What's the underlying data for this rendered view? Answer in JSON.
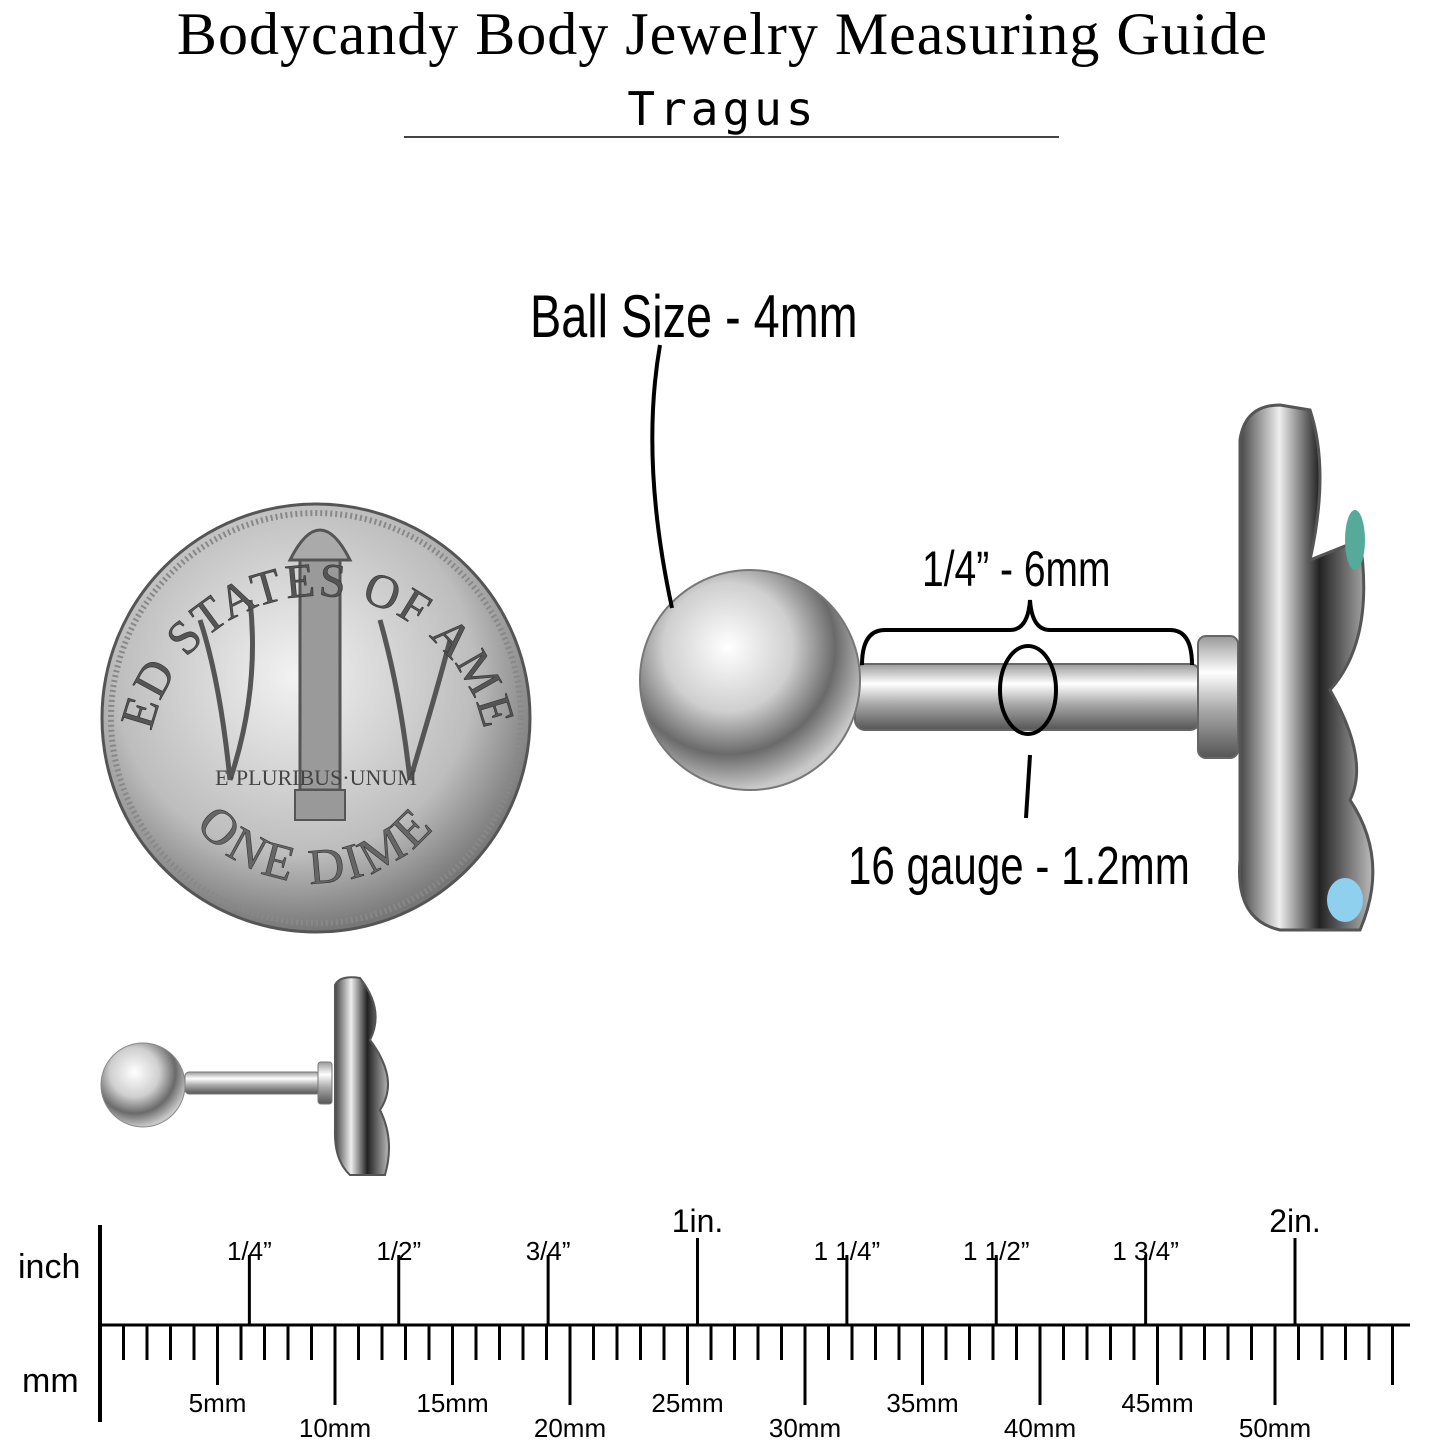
{
  "header": {
    "title": "Bodycandy Body Jewelry Measuring Guide",
    "subtitle": "Tragus"
  },
  "annotations": {
    "ball_size": "Ball Size - 4mm",
    "length": "1/4” - 6mm",
    "gauge": "16 gauge - 1.2mm"
  },
  "coin": {
    "top_text": "UNITED STATES OF AMERICA",
    "motto": "E·PLURIBUS·UNUM",
    "bottom_text": "ONE DIME"
  },
  "ruler": {
    "inch_label": "inch",
    "mm_label": "mm",
    "inch_marks": [
      "1/4”",
      "1/2”",
      "3/4”",
      "1in.",
      "1 1/4”",
      "1 1/2”",
      "1 3/4”",
      "2in."
    ],
    "mm_marks": [
      "5mm",
      "10mm",
      "15mm",
      "20mm",
      "25mm",
      "30mm",
      "35mm",
      "40mm",
      "45mm",
      "50mm"
    ]
  }
}
